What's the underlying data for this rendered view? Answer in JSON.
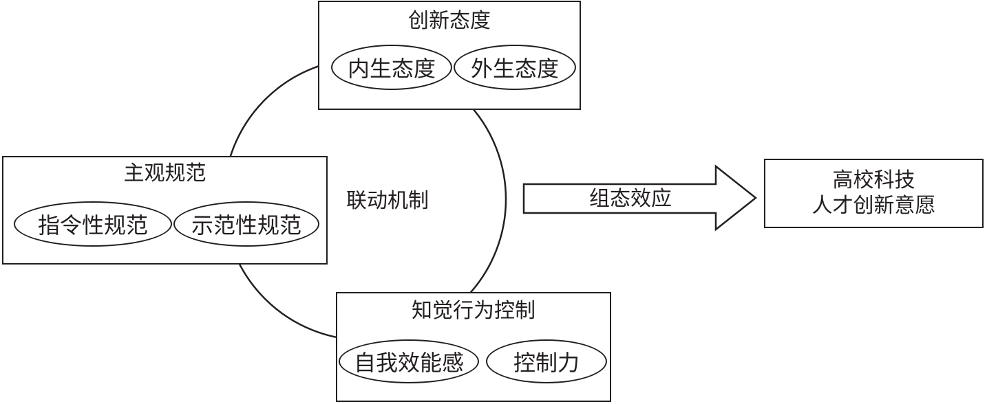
{
  "diagram": {
    "center_label": "联动机制",
    "factors": [
      {
        "id": "innovation-attitude",
        "title": "创新态度",
        "sub_items": [
          "内生态度",
          "外生态度"
        ]
      },
      {
        "id": "subjective-norms",
        "title": "主观规范",
        "sub_items": [
          "指令性规范",
          "示范性规范"
        ]
      },
      {
        "id": "perceived-behavioral-control",
        "title": "知觉行为控制",
        "sub_items": [
          "自我效能感",
          "控制力"
        ]
      }
    ],
    "arrow_label": "组态效应",
    "outcome": {
      "line1": "高校科技",
      "line2": "人才创新意愿"
    },
    "colors": {
      "stroke": "#231f20",
      "background": "#ffffff"
    }
  }
}
